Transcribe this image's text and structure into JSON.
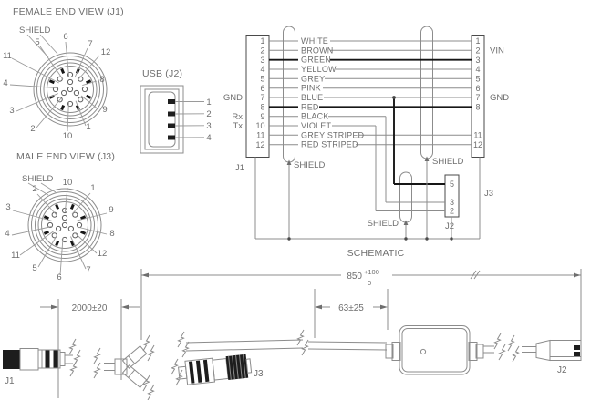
{
  "female_view": {
    "title": "FEMALE END VIEW (J1)",
    "shield": "SHIELD",
    "pins": {
      "n1": "1",
      "n2": "2",
      "n3": "3",
      "n4": "4",
      "n5": "5",
      "n6": "6",
      "n7": "7",
      "n8": "8",
      "n9": "9",
      "n10": "10",
      "n11": "11",
      "n12": "12"
    }
  },
  "male_view": {
    "title": "MALE END VIEW (J3)",
    "shield": "SHIELD",
    "pins": {
      "n1": "1",
      "n2": "2",
      "n3": "3",
      "n4": "4",
      "n5": "5",
      "n6": "6",
      "n7": "7",
      "n8": "8",
      "n9": "9",
      "n10": "10",
      "n11": "11",
      "n12": "12"
    }
  },
  "usb_view": {
    "title": "USB (J2)",
    "pins": {
      "n1": "1",
      "n2": "2",
      "n3": "3",
      "n4": "4"
    }
  },
  "schematic": {
    "title": "SCHEMATIC",
    "j1_label": "J1",
    "j3_label": "J3",
    "j2_label": "J2",
    "gnd_left": "GND",
    "rx": "Rx",
    "tx": "Tx",
    "vin": "VIN",
    "gnd_right": "GND",
    "shield": "SHIELD",
    "wires": [
      {
        "pin": "1",
        "color": "WHITE"
      },
      {
        "pin": "2",
        "color": "BROWN"
      },
      {
        "pin": "3",
        "color": "GREEN"
      },
      {
        "pin": "4",
        "color": "YELLOW"
      },
      {
        "pin": "5",
        "color": "GREY"
      },
      {
        "pin": "6",
        "color": "PINK"
      },
      {
        "pin": "7",
        "color": "BLUE"
      },
      {
        "pin": "8",
        "color": "RED"
      },
      {
        "pin": "9",
        "color": "BLACK"
      },
      {
        "pin": "10",
        "color": "VIOLET"
      },
      {
        "pin": "11",
        "color": "GREY STRIPED"
      },
      {
        "pin": "12",
        "color": "RED STRIPED"
      }
    ],
    "j2_pins": {
      "p5": "5",
      "p3": "3",
      "p2": "2"
    }
  },
  "assembly": {
    "j1_label": "J1",
    "j3_label": "J3",
    "j2_label": "J2",
    "dim_cable": "2000±20",
    "dim_overall": "850",
    "dim_overall_plus": "+100",
    "dim_overall_minus": "0",
    "dim_box": "63±25"
  },
  "colors": {
    "line": "#8c8c8c",
    "text": "#6e6e6e",
    "dark": "#1a1a1a"
  }
}
